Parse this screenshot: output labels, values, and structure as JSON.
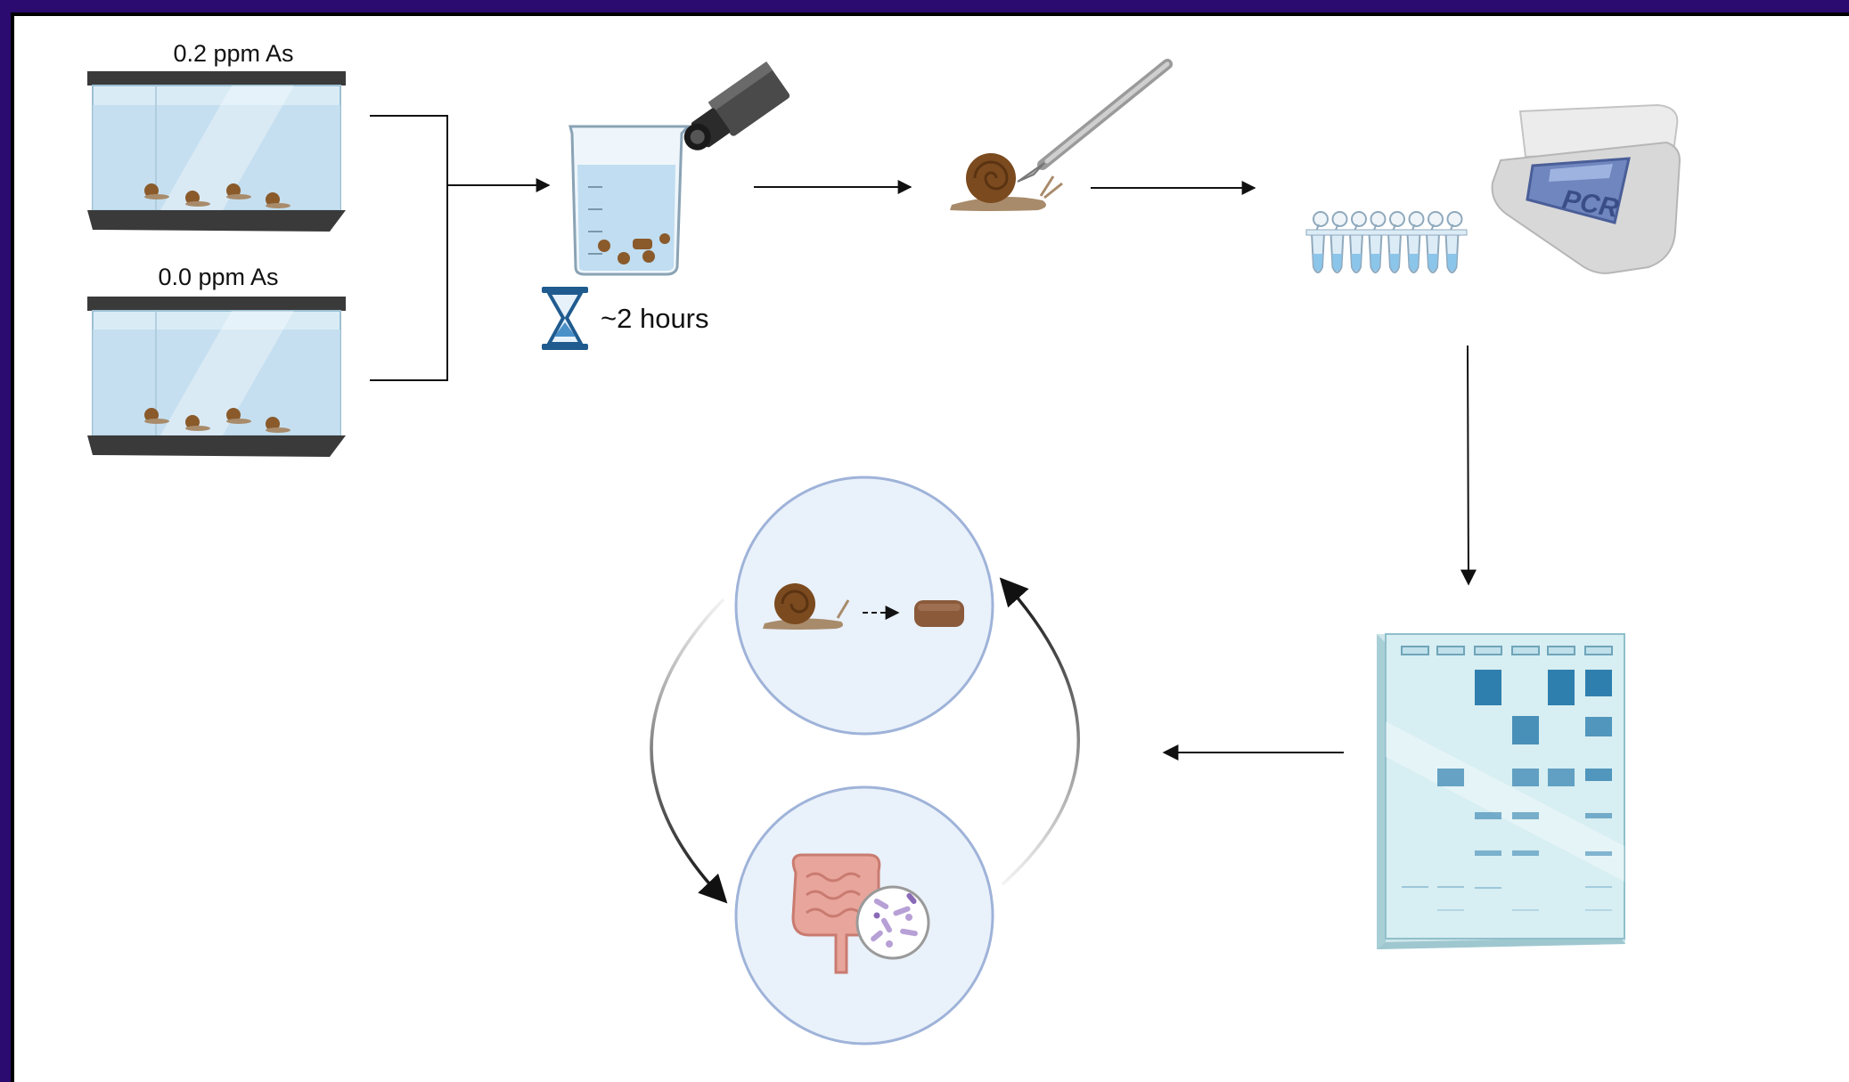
{
  "tanks": [
    {
      "label": "0.2 ppm As"
    },
    {
      "label": "0.0 ppm As"
    }
  ],
  "timer": {
    "label": "~2 hours"
  },
  "pcr_machine": {
    "label": "PCR"
  },
  "colors": {
    "frame": "#2b0b6f",
    "water": "#cfe6f4",
    "tank_rim": "#3a3a3a",
    "snail_shell": "#8a5a2b",
    "gel": "#d7eef2",
    "gel_band": "#2f7fae",
    "circle_fill": "#e9f1fa",
    "circle_stroke": "#9fb3d9",
    "arrow": "#111111",
    "intestine": "#e8a59b",
    "microbe": "#b7a0d6"
  },
  "icons": [
    "tank-icon",
    "camera-icon",
    "beaker-icon",
    "hourglass-icon",
    "snail-icon",
    "scalpel-icon",
    "pcr-tubes-icon",
    "pcr-machine-icon",
    "gel-icon",
    "fecal-pellet-icon",
    "intestine-icon",
    "microbes-icon"
  ]
}
